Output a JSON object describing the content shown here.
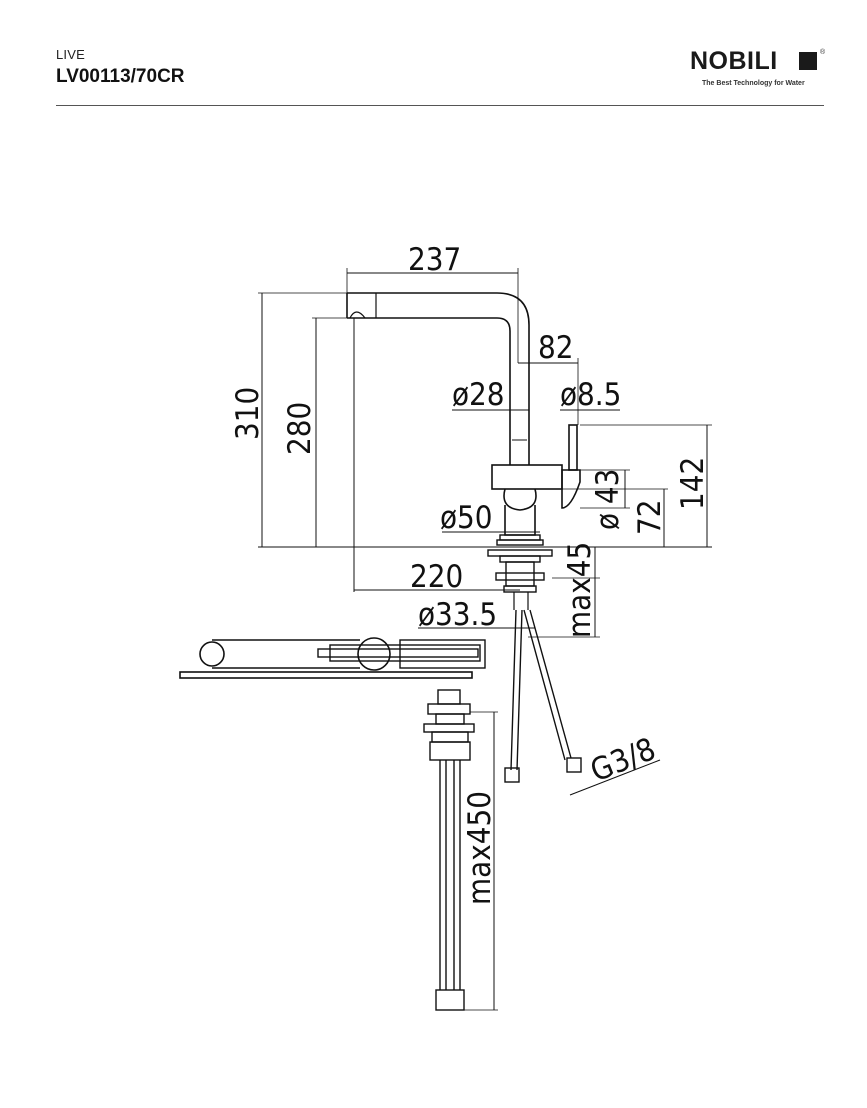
{
  "header": {
    "series": "LIVE",
    "code": "LV00113/70CR"
  },
  "logo": {
    "brand": "NOBILI",
    "tagline": "The Best Technology for Water",
    "registered": "®"
  },
  "dimensions": {
    "spout_reach_total": "237",
    "spout_reach_from_body": "82",
    "spout_diameter": "ø28",
    "lever_diameter": "ø8.5",
    "total_height": "310",
    "spout_outlet_height": "280",
    "body_upper_height": "142",
    "body_diameter": "ø 43",
    "body_lower_height": "72",
    "base_diameter": "ø50",
    "outlet_to_shank": "220",
    "deck_thickness": "max45",
    "hole_diameter": "ø33.5",
    "connection": "G3/8",
    "hose_length": "max450"
  }
}
